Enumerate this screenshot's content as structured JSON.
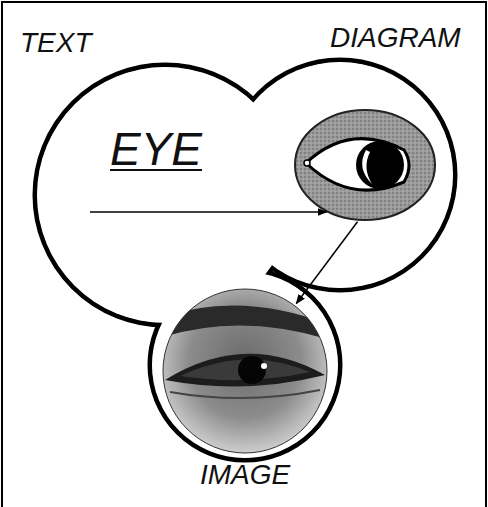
{
  "diagram": {
    "nodes": [
      {
        "text": [
          "TEXT",
          "EYE"
        ]
      },
      {
        "text": [
          "DIAGRAM"
        ]
      },
      {
        "text": [
          "IMAGE"
        ]
      }
    ],
    "edges": [
      {
        "from": 0,
        "to": 1,
        "arrow": "to"
      },
      {
        "from": 1,
        "to": 2,
        "arrow": "to"
      }
    ]
  }
}
